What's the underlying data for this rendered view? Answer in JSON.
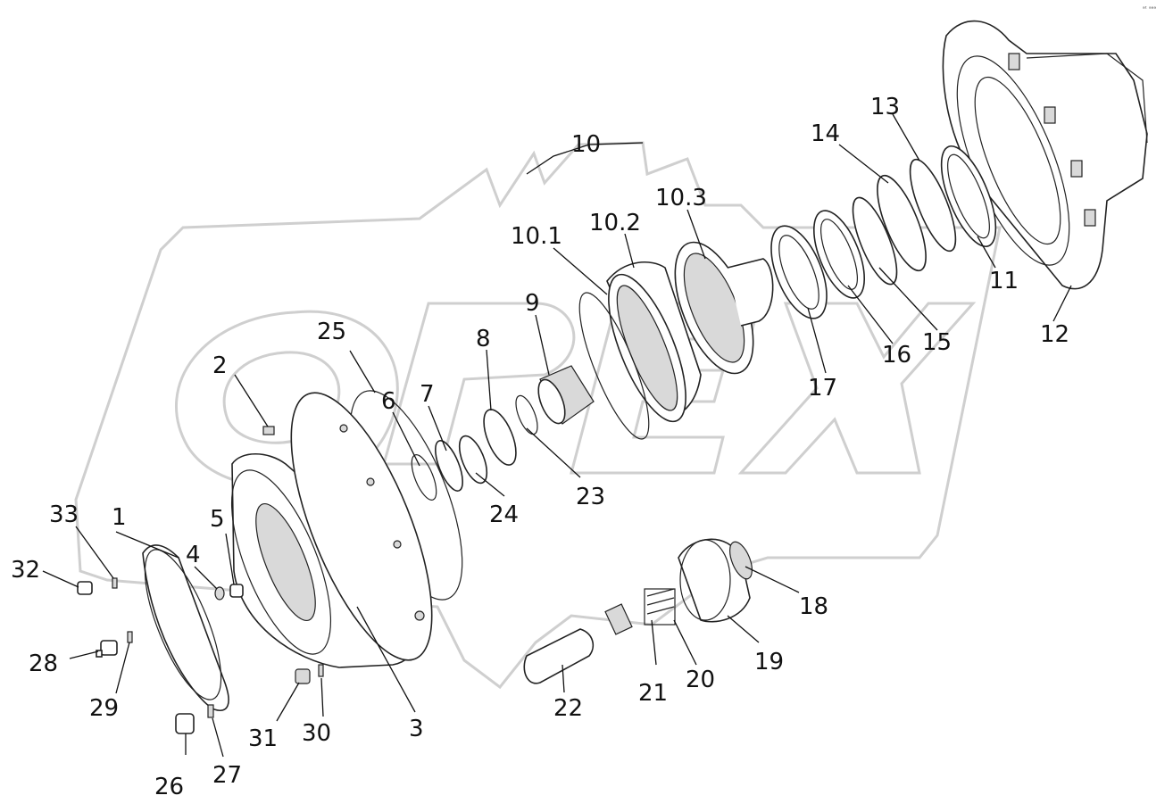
{
  "watermark": {
    "logo_text": "OPEX"
  },
  "corner_mark": "ᵃᵗ ᵃᵃᵃ",
  "callouts": [
    {
      "id": "p1",
      "label": "1"
    },
    {
      "id": "p2",
      "label": "2"
    },
    {
      "id": "p3",
      "label": "3"
    },
    {
      "id": "p4",
      "label": "4"
    },
    {
      "id": "p5",
      "label": "5"
    },
    {
      "id": "p6",
      "label": "6"
    },
    {
      "id": "p7",
      "label": "7"
    },
    {
      "id": "p8",
      "label": "8"
    },
    {
      "id": "p9",
      "label": "9"
    },
    {
      "id": "p10",
      "label": "10"
    },
    {
      "id": "p10_1",
      "label": "10.1"
    },
    {
      "id": "p10_2",
      "label": "10.2"
    },
    {
      "id": "p10_3",
      "label": "10.3"
    },
    {
      "id": "p11",
      "label": "11"
    },
    {
      "id": "p12",
      "label": "12"
    },
    {
      "id": "p13",
      "label": "13"
    },
    {
      "id": "p14",
      "label": "14"
    },
    {
      "id": "p15",
      "label": "15"
    },
    {
      "id": "p16",
      "label": "16"
    },
    {
      "id": "p17",
      "label": "17"
    },
    {
      "id": "p18",
      "label": "18"
    },
    {
      "id": "p19",
      "label": "19"
    },
    {
      "id": "p20",
      "label": "20"
    },
    {
      "id": "p21",
      "label": "21"
    },
    {
      "id": "p22",
      "label": "22"
    },
    {
      "id": "p23",
      "label": "23"
    },
    {
      "id": "p24",
      "label": "24"
    },
    {
      "id": "p25",
      "label": "25"
    },
    {
      "id": "p26",
      "label": "26"
    },
    {
      "id": "p27",
      "label": "27"
    },
    {
      "id": "p28",
      "label": "28"
    },
    {
      "id": "p29",
      "label": "29"
    },
    {
      "id": "p30",
      "label": "30"
    },
    {
      "id": "p31",
      "label": "31"
    },
    {
      "id": "p32",
      "label": "32"
    },
    {
      "id": "p33",
      "label": "33"
    }
  ]
}
